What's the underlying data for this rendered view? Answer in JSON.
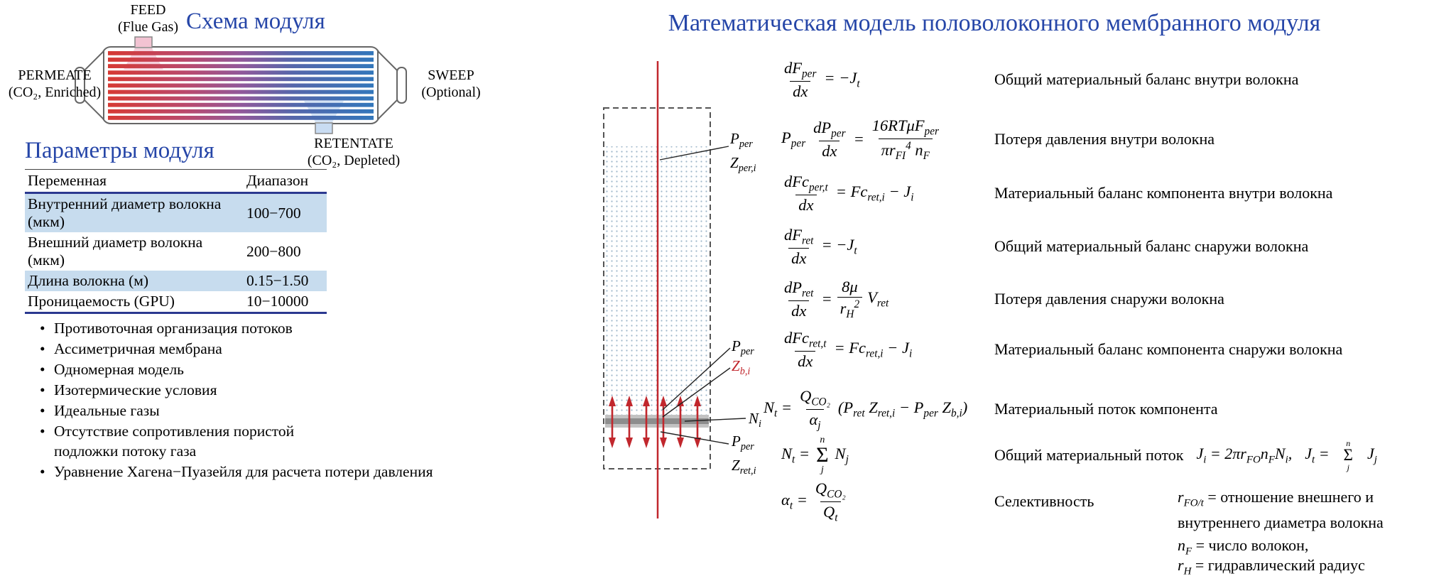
{
  "schematic": {
    "title": "Схема модуля",
    "feed": [
      "FEED",
      "(Flue Gas)"
    ],
    "permeate": [
      "PERMEATE",
      "(CO₂, Enriched)"
    ],
    "sweep": [
      "SWEEP",
      "(Optional)"
    ],
    "retentate": [
      "RETENTATE",
      "(CO₂, Depleted)"
    ]
  },
  "parameters": {
    "title": "Параметры модуля",
    "bullet": "•",
    "table": {
      "col_variable": "Переменная",
      "col_range": "Диапазон",
      "rows": [
        {
          "variable": "Внутренний диаметр волокна (мкм)",
          "range": "100−700"
        },
        {
          "variable": "Внешний диаметр волокна (мкм)",
          "range": "200−800"
        },
        {
          "variable": "Длина волокна (м)",
          "range": "0.15−1.50"
        },
        {
          "variable": "Проницаемость (GPU)",
          "range": "10−10000"
        }
      ]
    },
    "assumptions": [
      "Противоточная организация потоков",
      "Ассиметричная мембрана",
      "Одномерная модель",
      "Изотермические условия",
      "Идеальные газы",
      "Отсутствие сопротивления пористой\nподложки потоку газа",
      "Уравнение Хагена−Пуазейля для расчета потери давления"
    ]
  },
  "model": {
    "title": "Математическая модель половолоконного мембранного модуля",
    "fiber_labels": {
      "top_p": "P_{per}",
      "top_z": "Z_{per,i}",
      "surface_p": "P_{per}",
      "surface_z": "Z_{b,i}",
      "flux": "N_{i}",
      "bottom_p": "P_{per}",
      "bottom_z": "Z_{ret,i}"
    },
    "sym": {
      "equals": "=",
      "sigma": "Σ"
    },
    "equations": {
      "e1": {
        "num": "dF_{per}",
        "den": "dx",
        "rhs": "= −J_{t}",
        "desc": "Общий материальный баланс внутри волокна"
      },
      "e2": {
        "pre": "P_{per}",
        "num": "dP_{per}",
        "den": "dx",
        "rnum": "16RTμF_{per}",
        "rden": "πr_{FI}^{4} n_{F}",
        "desc": "Потеря давления внутри волокна"
      },
      "e3": {
        "num": "dFc_{per,t}",
        "den": "dx",
        "rhs": "= Fc_{ret,i} − J_{i}",
        "desc": "Материальный баланс компонента внутри волокна"
      },
      "e4": {
        "num": "dF_{ret}",
        "den": "dx",
        "rhs": "= −J_{t}",
        "desc": "Общий материальный баланс снаружи волокна"
      },
      "e5": {
        "num": "dP_{ret}",
        "den": "dx",
        "rnum": "8μ",
        "rden": "r_{H}^{2}",
        "post": "V_{ret}",
        "desc": "Потеря давления снаружи волокна"
      },
      "e6": {
        "num": "dFc_{ret,t}",
        "den": "dx",
        "rhs": "= Fc_{ret,i} − J_{i}",
        "desc": "Материальный баланс компонента снаружи волокна"
      },
      "e7": {
        "pre": "N_{t} =",
        "rnum": "Q_{CO₂}",
        "rden": "α_{j}",
        "post": "(P_{ret} Z_{ret,i} − P_{per} Z_{b,i})",
        "desc": "Материальный поток компонента"
      },
      "e8": {
        "pre": "N_{t} =",
        "sum_top": "n",
        "sum_bot": "j",
        "post": "N_{j}",
        "desc": "Общий материальный поток",
        "side1": "J_{i} = 2πr_{FO}n_{F}N_{i},",
        "side2_pre": "J_{t} =",
        "side2_top": "n",
        "side2_bot": "j",
        "side2_post": "J_{j}"
      },
      "e9": {
        "pre": "α_{t} =",
        "rnum": "Q_{CO₂}",
        "rden": "Q_{t}",
        "desc": "Селективность"
      }
    },
    "notes": {
      "n1_sym": "r_{FO/t}",
      "n1_text": "= отношение внешнего и внутреннего диаметра волокна",
      "n2_sym": "n_{F}",
      "n2_text": "= число волокон,",
      "n3_sym": "r_{H}",
      "n3_text": "= гидравлический радиус"
    }
  },
  "colors": {
    "accent_blue": "#2646a8",
    "table_line": "#2b3990",
    "row_shade": "#c7dcee",
    "red": "#c1272d"
  }
}
